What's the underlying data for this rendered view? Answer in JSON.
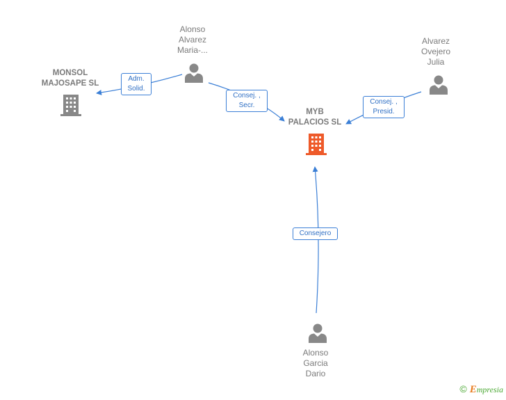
{
  "colors": {
    "edge": "#3b7fd6",
    "person_icon": "#888888",
    "company_icon": "#888888",
    "main_company_icon": "#ee5a2a",
    "label_text": "#7a7a7a"
  },
  "nodes": {
    "alonso_alvarez": {
      "label": "Alonso\nAlvarez\nMaria-...",
      "icon": "person-icon"
    },
    "alvarez_ovejero": {
      "label": "Alvarez\nOvejero\nJulia",
      "icon": "person-icon"
    },
    "monsol": {
      "label": "MONSOL\nMAJOSAPE SL",
      "icon": "building-icon"
    },
    "myb": {
      "label": "MYB\nPALACIOS SL",
      "icon": "building-icon"
    },
    "alonso_garcia": {
      "label": "Alonso\nGarcia\nDario",
      "icon": "person-icon"
    }
  },
  "edges": {
    "adm_solid": {
      "label": "Adm.\nSolid."
    },
    "consej_secr": {
      "label": "Consej. ,\nSecr."
    },
    "consej_presid": {
      "label": "Consej. ,\nPresid."
    },
    "consejero": {
      "label": "Consejero"
    }
  },
  "watermark": {
    "copyright": "©",
    "brand_initial": "E",
    "brand_rest": "mpresia"
  }
}
